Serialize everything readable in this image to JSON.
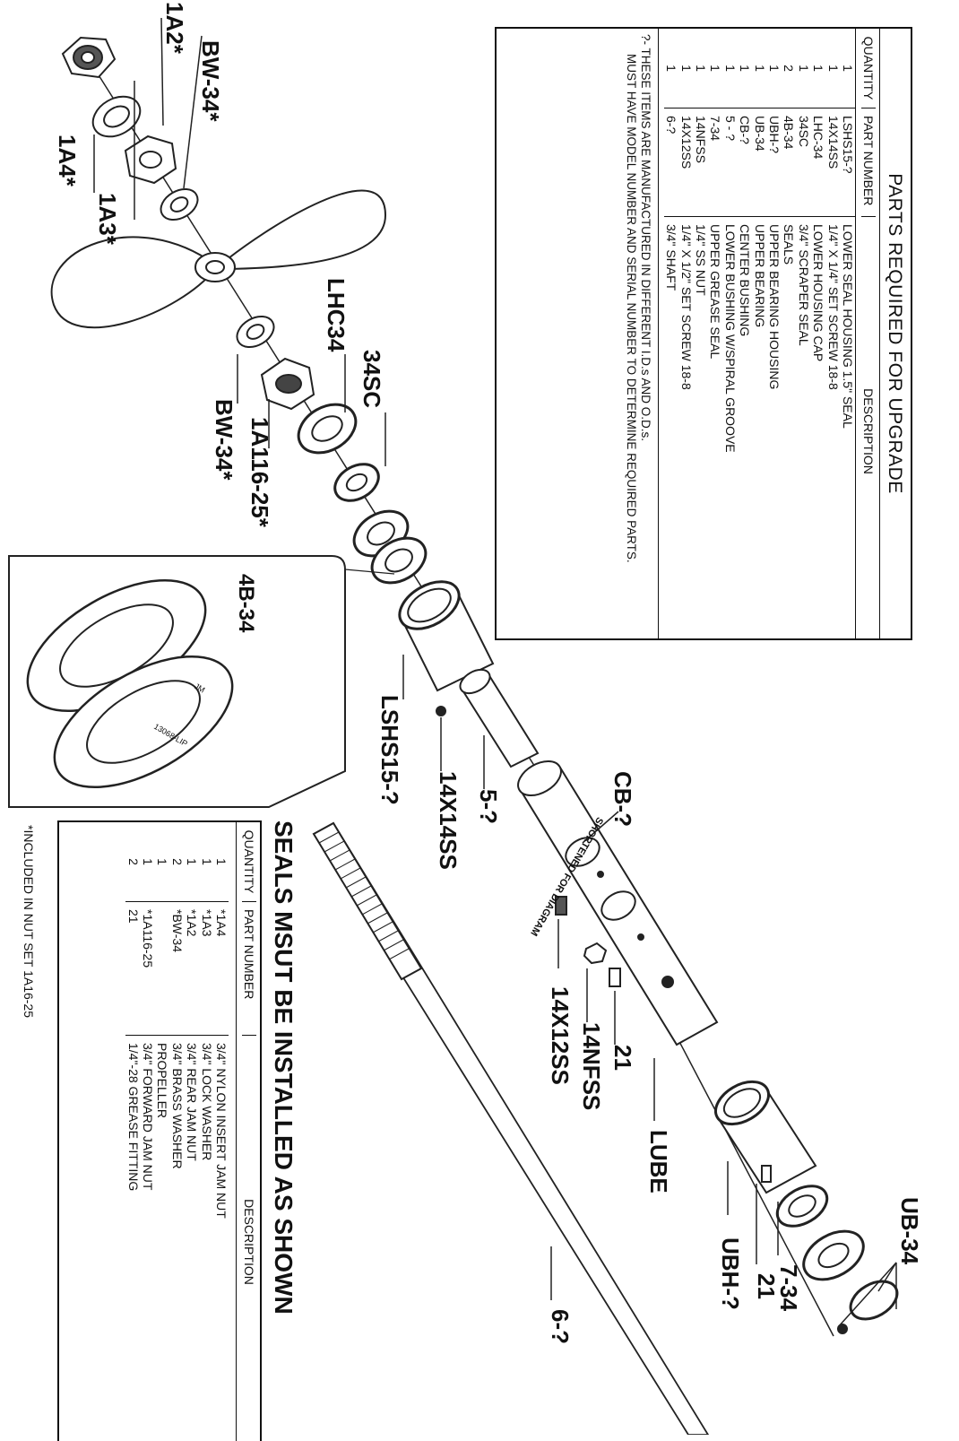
{
  "upgrade_table": {
    "title": "PARTS REQUIRED FOR UPGRADE",
    "headers": {
      "quantity": "QUANTITY",
      "part": "PART NUMBER",
      "description": "DESCRIPTION"
    },
    "rows": [
      {
        "qty": "1",
        "part": "LSHS15-?",
        "desc": "LOWER SEAL HOUSING 1.5\" SEAL"
      },
      {
        "qty": "1",
        "part": "14X14SS",
        "desc": "1/4\" X 1/4\" SET SCREW 18-8"
      },
      {
        "qty": "1",
        "part": "LHC-34",
        "desc": "LOWER HOUSING CAP"
      },
      {
        "qty": "1",
        "part": "34SC",
        "desc": "3/4\" SCRAPER SEAL"
      },
      {
        "qty": "2",
        "part": "4B-34",
        "desc": "SEALS"
      },
      {
        "qty": "1",
        "part": "UBH-?",
        "desc": "UPPER BEARING HOUSING"
      },
      {
        "qty": "1",
        "part": "UB-34",
        "desc": "UPPER BEARING"
      },
      {
        "qty": "1",
        "part": "CB-?",
        "desc": "CENTER BUSHING"
      },
      {
        "qty": "1",
        "part": "5 - ?",
        "desc": "LOWER BUSHING W/SPIRAL GROOVE"
      },
      {
        "qty": "1",
        "part": "7-34",
        "desc": "UPPER GREASE SEAL"
      },
      {
        "qty": "1",
        "part": "14NFSS",
        "desc": "1/4\" SS NUT"
      },
      {
        "qty": "1",
        "part": "14X12SS",
        "desc": "1/4\" X 1/2\" SET SCREW 18-8"
      },
      {
        "qty": "1",
        "part": "6-?",
        "desc": "3/4\" SHAFT"
      }
    ],
    "note_line1": "?- THESE ITEMS ARE MANUFACTURED IN DIFFERENT I.D.s  AND O.D.s.",
    "note_line2": "MUST HAVE MODEL NUMBER AND SERIAL NUMBER TO DETERMINE REQUIRED PARTS."
  },
  "nut_table": {
    "headers": {
      "quantity": "QUANTITY",
      "part": "PART NUMBER",
      "description": "DESCRIPTION"
    },
    "rows": [
      {
        "qty": "1",
        "part": "*1A4",
        "desc": "3/4\" NYLON INSERT JAM NUT"
      },
      {
        "qty": "1",
        "part": "*1A3",
        "desc": "3/4\" LOCK WASHER"
      },
      {
        "qty": "1",
        "part": "*1A2",
        "desc": "3/4\" REAR JAM NUT"
      },
      {
        "qty": "2",
        "part": "*BW-34",
        "desc": "3/4\" BRASS WASHER"
      },
      {
        "qty": "1",
        "part": "",
        "desc": "PROPELLER"
      },
      {
        "qty": "1",
        "part": "*1A116-25",
        "desc": "3/4\" FORWARD JAM NUT"
      },
      {
        "qty": "2",
        "part": "21",
        "desc": "1/4\"-28 GREASE FITTING"
      }
    ],
    "note": "*INCLUDED IN NUT SET 1A16-25"
  },
  "seal_heading": "SEALS MSUT BE INSTALLED AS SHOWN",
  "inset_label": "4B-34",
  "shortened_note": "SHORTENED FOR DIAGRAM",
  "seal_marking_1": "13068-LIP",
  "seal_marking_2": "JM",
  "callouts": {
    "c_1a2": "1A2*",
    "c_bw34_top": "BW-34*",
    "c_1a4": "1A4*",
    "c_1a3": "1A3*",
    "c_lhc34": "LHC34",
    "c_34sc": "34SC",
    "c_1a116": "1A116-25*",
    "c_bw34_mid": "BW-34*",
    "c_lshs15": "LSHS15-?",
    "c_14x14ss": "14X14SS",
    "c_5": "5-?",
    "c_cb": "CB-?",
    "c_21a": "21",
    "c_14nfss": "14NFSS",
    "c_14x12ss": "14X12SS",
    "c_lube": "LUBE",
    "c_ubh": "UBH-?",
    "c_734": "7-34",
    "c_21b": "21",
    "c_ub34": "UB-34",
    "c_6": "6-?"
  }
}
